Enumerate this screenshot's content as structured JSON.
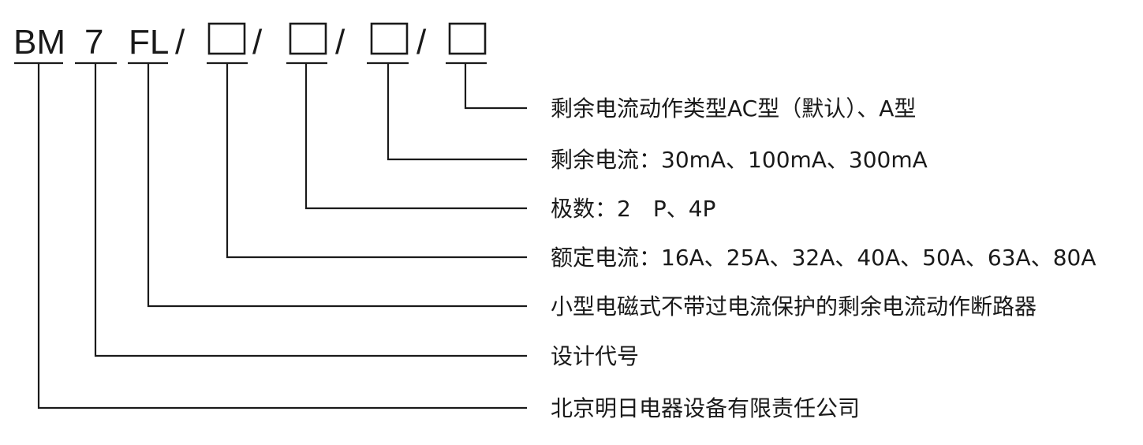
{
  "code": {
    "prefix": "BM",
    "design_no": "7",
    "type": "FL",
    "separators": [
      "/",
      "/",
      "/",
      "/"
    ]
  },
  "descriptions": [
    "剩余电流动作类型AC型（默认）、A型",
    "剩余电流：30mA、100mA、300mA",
    "极数：2　P、4P",
    "额定电流：16A、25A、32A、40A、50A、63A、80A",
    "小型电磁式不带过电流保护的剩余电流动作断路器",
    "设计代号",
    "北京明日电器设备有限责任公司"
  ]
}
